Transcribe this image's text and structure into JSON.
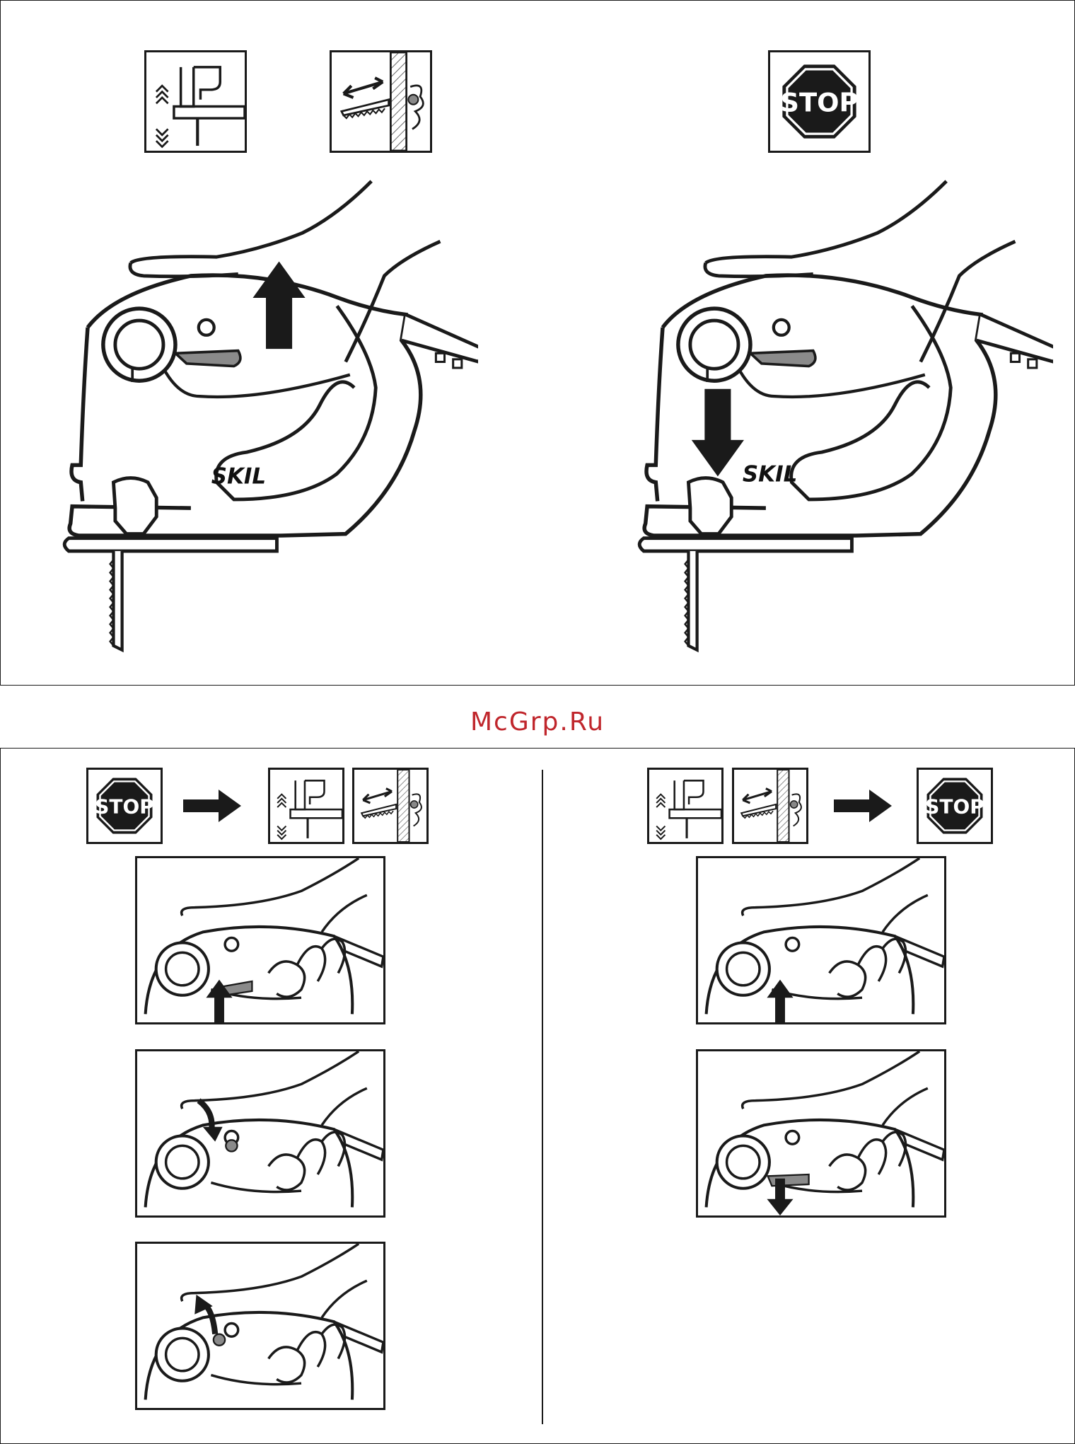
{
  "page": {
    "watermark": "McGrp.Ru",
    "watermark_color": "#c0262c"
  },
  "icons": {
    "stop_label": "STOP",
    "brand_label": "SKIL",
    "stop_icon": "octagon-stop-sign",
    "blade_height_icon": "blade-stroke-adjust-icon",
    "blade_wall_icon": "blade-against-surface-icon",
    "arrow_right_icon": "arrow-right-icon"
  },
  "colors": {
    "line": "#1a1a1a",
    "lever_fill": "#8a8a8a",
    "hatch": "#666666"
  }
}
